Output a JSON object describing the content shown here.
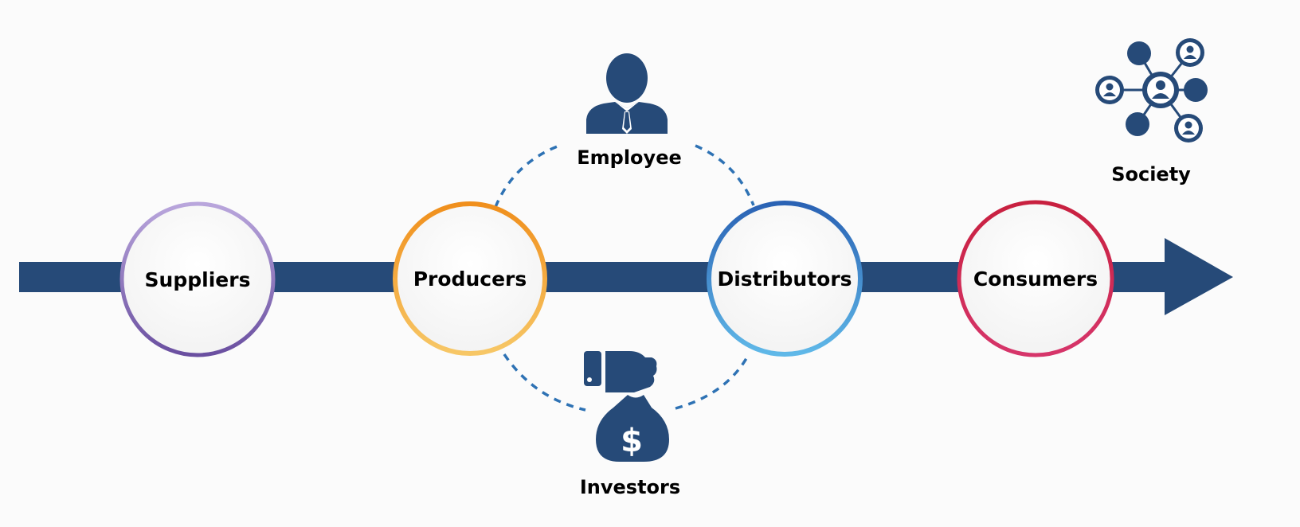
{
  "colors": {
    "flow": "#264a78",
    "icon": "#264a78",
    "dash": "#2e72b4",
    "suppliers_ring": "#8b6bb8",
    "producers_ring": "#f0a73a",
    "distributors_ring": "#3d90d6",
    "consumers_ring": "#cc2f55"
  },
  "nodes": [
    {
      "label": "Suppliers"
    },
    {
      "label": "Producers"
    },
    {
      "label": "Distributors"
    },
    {
      "label": "Consumers"
    }
  ],
  "stakeholders": {
    "employee": {
      "label": "Employee",
      "icon": "businessman-icon"
    },
    "investors": {
      "label": "Investors",
      "icon": "money-bag-hand-icon"
    },
    "society": {
      "label": "Society",
      "icon": "people-network-icon"
    }
  }
}
